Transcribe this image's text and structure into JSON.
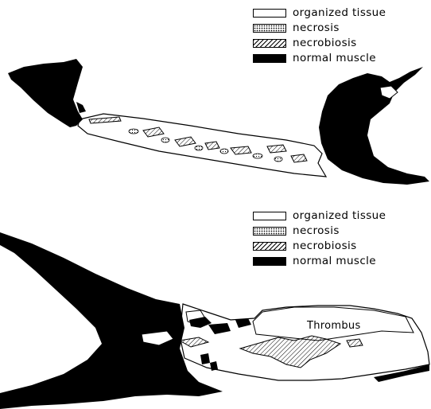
{
  "legend_top": {
    "items": [
      {
        "key": "organized",
        "label": "organized tissue"
      },
      {
        "key": "necrosis",
        "label": "necrosis"
      },
      {
        "key": "necrobiosis",
        "label": "necrobiosis"
      },
      {
        "key": "normal",
        "label": "normal muscle"
      }
    ]
  },
  "legend_bottom": {
    "items": [
      {
        "key": "organized",
        "label": "organized tissue"
      },
      {
        "key": "necrosis",
        "label": "necrosis"
      },
      {
        "key": "necrobiosis",
        "label": "necrobiosis"
      },
      {
        "key": "normal",
        "label": "normal muscle"
      }
    ]
  },
  "bottom_panel": {
    "thrombus_label": "Thrombus"
  },
  "colors": {
    "ink": "#000000",
    "paper": "#ffffff"
  }
}
